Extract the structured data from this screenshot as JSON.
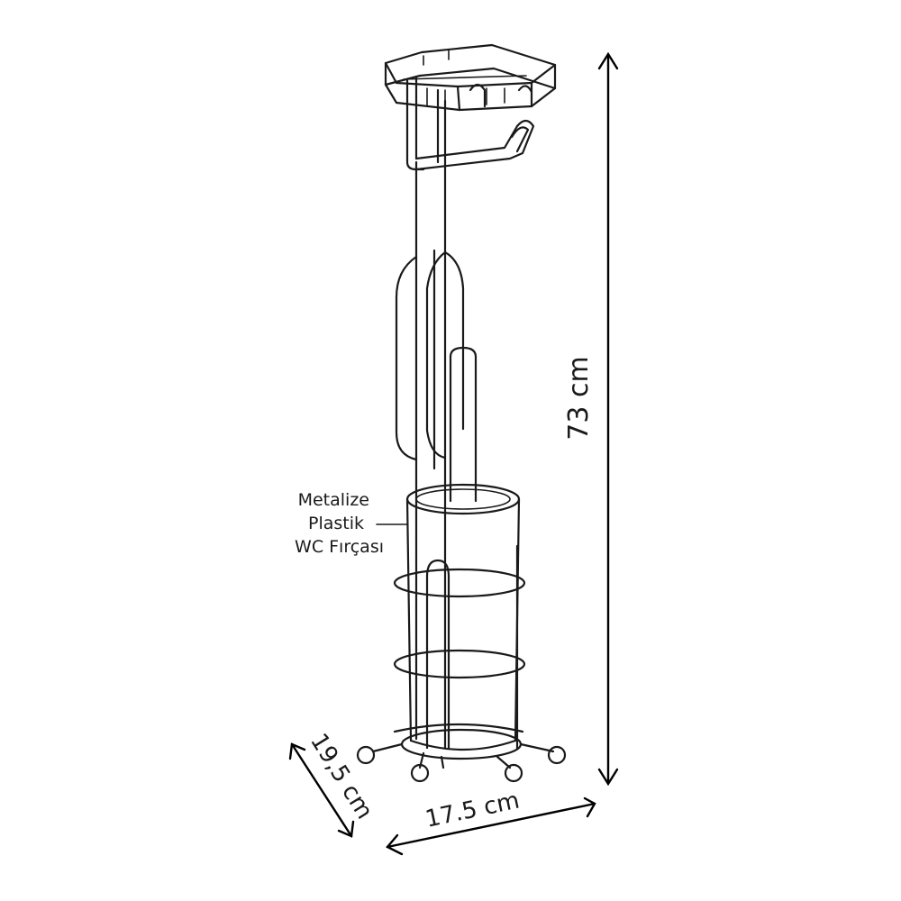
{
  "dimensions": {
    "height_label": "73 cm",
    "width_label": "17.5 cm",
    "depth_label": "19,5 cm"
  },
  "callout": {
    "line1": "Metalize",
    "line2": "Plastik",
    "line3": "WC Fırçası"
  },
  "colors": {
    "line": "#1a1a1a",
    "background": "#ffffff"
  }
}
